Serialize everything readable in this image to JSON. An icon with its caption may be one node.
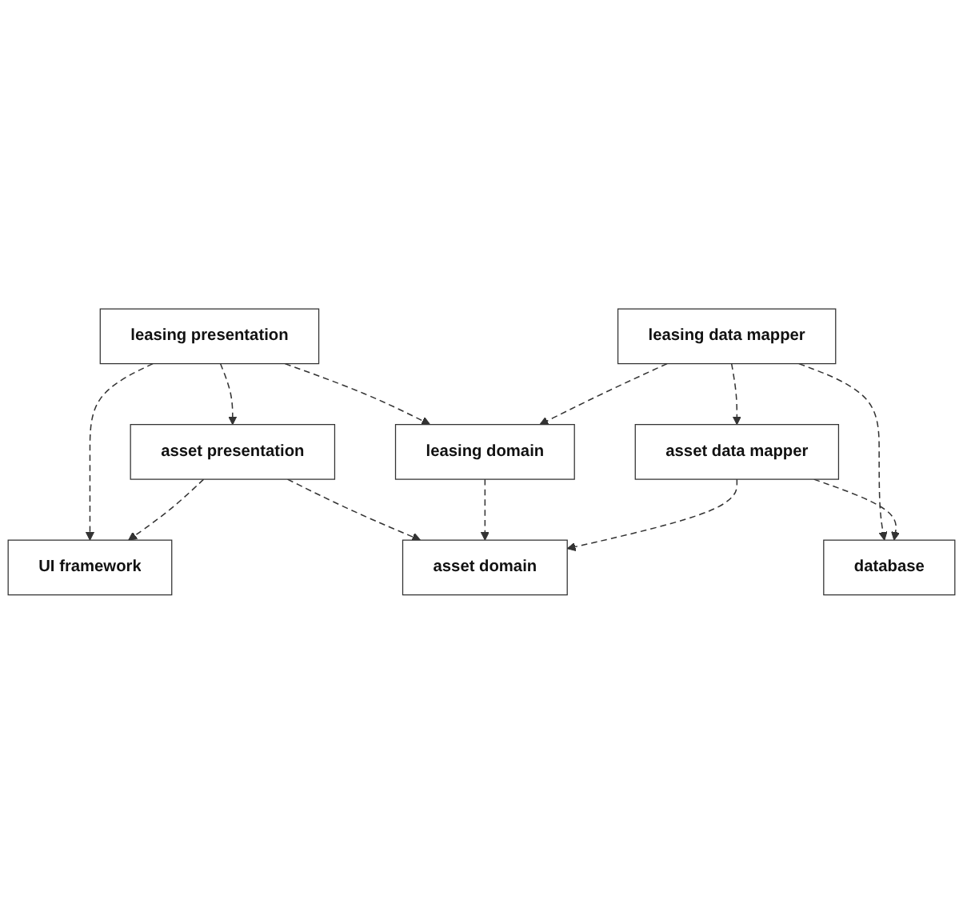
{
  "diagram": {
    "nodes": [
      {
        "text": [
          "leasing presentation"
        ]
      },
      {
        "text": [
          "asset presentation"
        ]
      },
      {
        "text": [
          "UI framework"
        ]
      },
      {
        "text": [
          "leasing domain"
        ]
      },
      {
        "text": [
          "asset domain"
        ]
      },
      {
        "text": [
          "leasing data mapper"
        ]
      },
      {
        "text": [
          "asset data mapper"
        ]
      },
      {
        "text": [
          "database"
        ]
      }
    ],
    "edges": [
      {
        "from": 0,
        "to": 1,
        "arrow": "to",
        "style": "dashed"
      },
      {
        "from": 0,
        "to": 3,
        "arrow": "to",
        "style": "dashed"
      },
      {
        "from": 0,
        "to": 2,
        "arrow": "to",
        "style": "dashed"
      },
      {
        "from": 1,
        "to": 2,
        "arrow": "to",
        "style": "dashed"
      },
      {
        "from": 1,
        "to": 4,
        "arrow": "to",
        "style": "dashed"
      },
      {
        "from": 3,
        "to": 4,
        "arrow": "to",
        "style": "dashed"
      },
      {
        "from": 5,
        "to": 3,
        "arrow": "to",
        "style": "dashed"
      },
      {
        "from": 6,
        "to": 4,
        "arrow": "to",
        "style": "dashed"
      },
      {
        "from": 5,
        "to": 6,
        "arrow": "to",
        "style": "dashed"
      },
      {
        "from": 5,
        "to": 7,
        "arrow": "to",
        "style": "dashed"
      },
      {
        "from": 6,
        "to": 7,
        "arrow": "to",
        "style": "dashed"
      }
    ]
  }
}
